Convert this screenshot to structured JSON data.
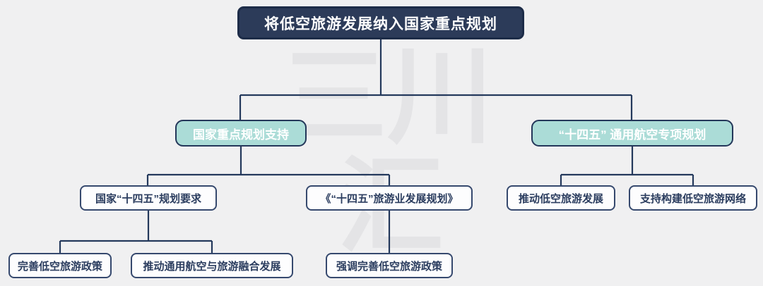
{
  "mindmap": {
    "root": {
      "label": "将低空旅游发展纳入国家重点规划",
      "children": [
        {
          "label": "国家重点规划支持",
          "children": [
            {
              "label": "国家“十四五”规划要求",
              "children": [
                {
                  "label": "完善低空旅游政策"
                },
                {
                  "label": "推动通用航空与旅游融合发展"
                }
              ]
            },
            {
              "label": "《“十四五”旅游业发展规划》",
              "children": [
                {
                  "label": "强调完善低空旅游政策"
                }
              ]
            }
          ]
        },
        {
          "label": "“十四五” 通用航空专项规划",
          "children": [
            {
              "label": "推动低空旅游发展"
            },
            {
              "label": "支持构建低空旅游网络"
            }
          ]
        }
      ]
    }
  },
  "watermark": {
    "line1": "三川",
    "line2": "汇"
  },
  "colors": {
    "background": "#f0f0f1",
    "root_fill": "#2c3b59",
    "root_border": "#1d2c48",
    "teal_fill": "#abdcd7",
    "node_fill": "#fdfdfe",
    "node_border": "#36496e",
    "line": "#24395c",
    "text_on_dark": "#ffffff",
    "text_navy": "#2b3d5f",
    "watermark": "#e4e4e6"
  }
}
